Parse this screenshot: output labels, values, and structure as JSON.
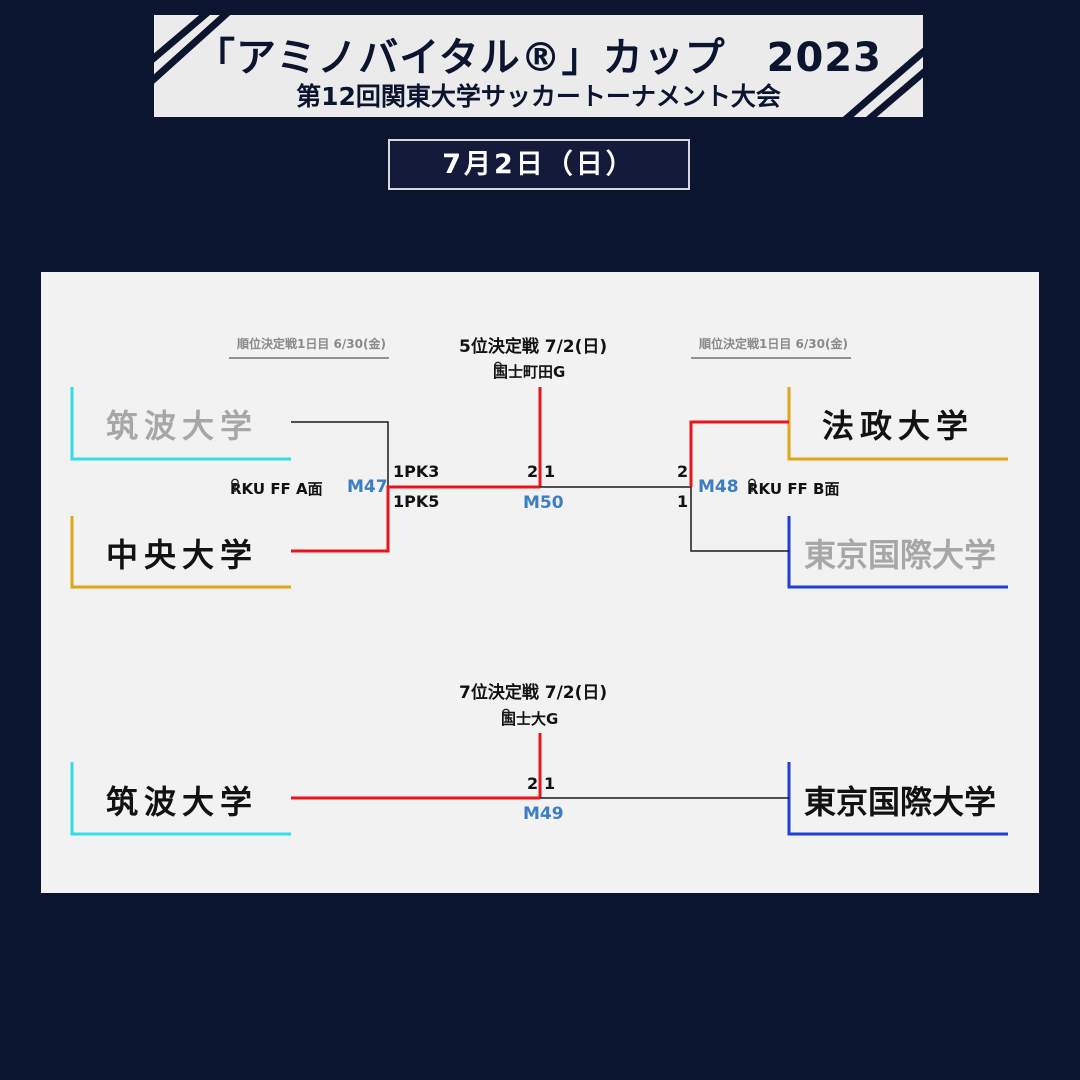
{
  "header": {
    "title": "「アミノバイタル®」カップ　2023",
    "subtitle": "第12回関東大学サッカートーナメント大会"
  },
  "date": "7月2日（日）",
  "bracket": {
    "notes": {
      "left": "順位決定戦1日目 6/30(金)",
      "right": "順位決定戦1日目 6/30(金)"
    },
    "fifth_place": {
      "title": "5位決定戦 7/2(日)",
      "venue": "国士町田G",
      "code": "M50",
      "score_left": "2",
      "score_right": "1"
    },
    "seventh_place": {
      "title": "7位決定戦 7/2(日)",
      "venue": "国士大G",
      "code": "M49",
      "score_left": "2",
      "score_right": "1"
    },
    "m47": {
      "code": "M47",
      "venue": "RKU FF A面",
      "score_top": "1PK3",
      "score_bottom": "1PK5"
    },
    "m48": {
      "code": "M48",
      "venue": "RKU FF B面",
      "score_top": "2",
      "score_bottom": "1"
    },
    "teams": {
      "tsukuba_top": "筑波大学",
      "chuo": "中央大学",
      "hosei": "法政大学",
      "tiu_top": "東京国際大学",
      "tsukuba_bottom": "筑波大学",
      "tiu_bottom": "東京国際大学"
    },
    "colors": {
      "win_line": "#e8141e",
      "tsukuba": "#35dde6",
      "chuo": "#dca817",
      "hosei": "#dca817",
      "tiu": "#1f3fd6",
      "code": "#3d7ec2"
    },
    "icons": {
      "venue": "pin-icon"
    }
  }
}
